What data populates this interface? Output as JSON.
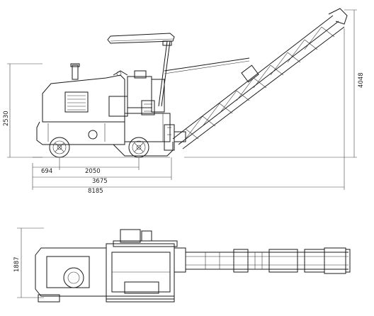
{
  "dimensions": {
    "side_view": {
      "height_overall": "2530",
      "conveyor_height": "4048",
      "front_overhang": "694",
      "wheelbase": "2050",
      "machine_length": "3675",
      "total_length": "8185"
    },
    "top_view": {
      "width": "1887"
    }
  },
  "colors": {
    "line": "#1a1a1a",
    "dimension": "#444444",
    "background": "#ffffff"
  }
}
